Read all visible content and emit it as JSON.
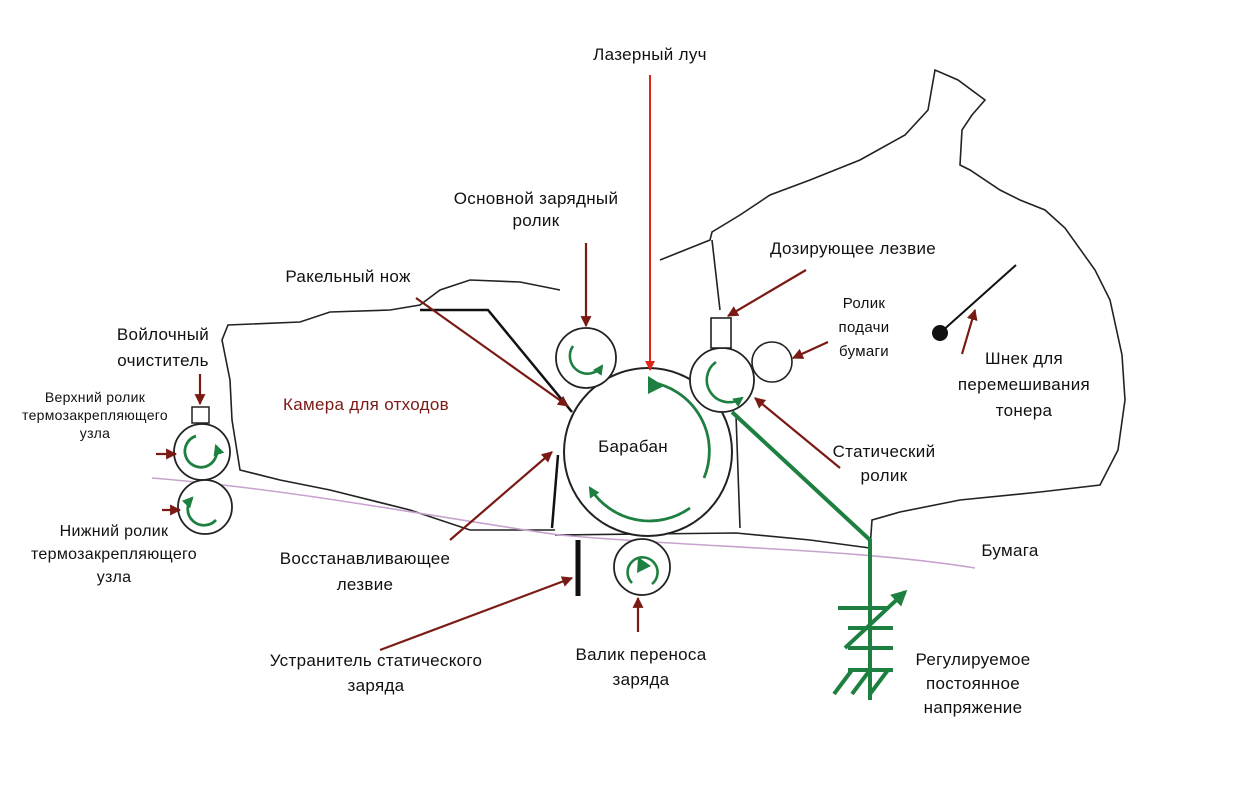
{
  "labels": {
    "laser": "Лазерный луч",
    "charge_roller": "Основной зарядный\nролик",
    "doctor_blade": "Ракельный нож",
    "metering_blade": "Дозирующее лезвие",
    "feed_roller": "Ролик\nподачи\nбумаги",
    "auger": "Шнек для\nперемешивания\nтонера",
    "felt_cleaner": "Войлочный\nочиститель",
    "upper_fuser": "Верхний ролик\nтермозакрепляющего\nузла",
    "lower_fuser": "Нижний ролик\nтермозакрепляющего\nузла",
    "waste_chamber": "Камера для отходов",
    "drum": "Барабан",
    "static_roller": "Статический\nролик",
    "paper": "Бумага",
    "recovery_blade": "Восстанавливающее\nлезвие",
    "static_eliminator": "Устранитель статического\nзаряда",
    "transfer_roller": "Валик переноса\nзаряда",
    "bias_voltage": "Регулируемое\nпостоянное\nнапряжение"
  },
  "colors": {
    "arrow": "#7a1a14",
    "laser": "#e0261b",
    "green": "#1e8040",
    "paper": "#c8a3d0",
    "outline": "#222222"
  }
}
